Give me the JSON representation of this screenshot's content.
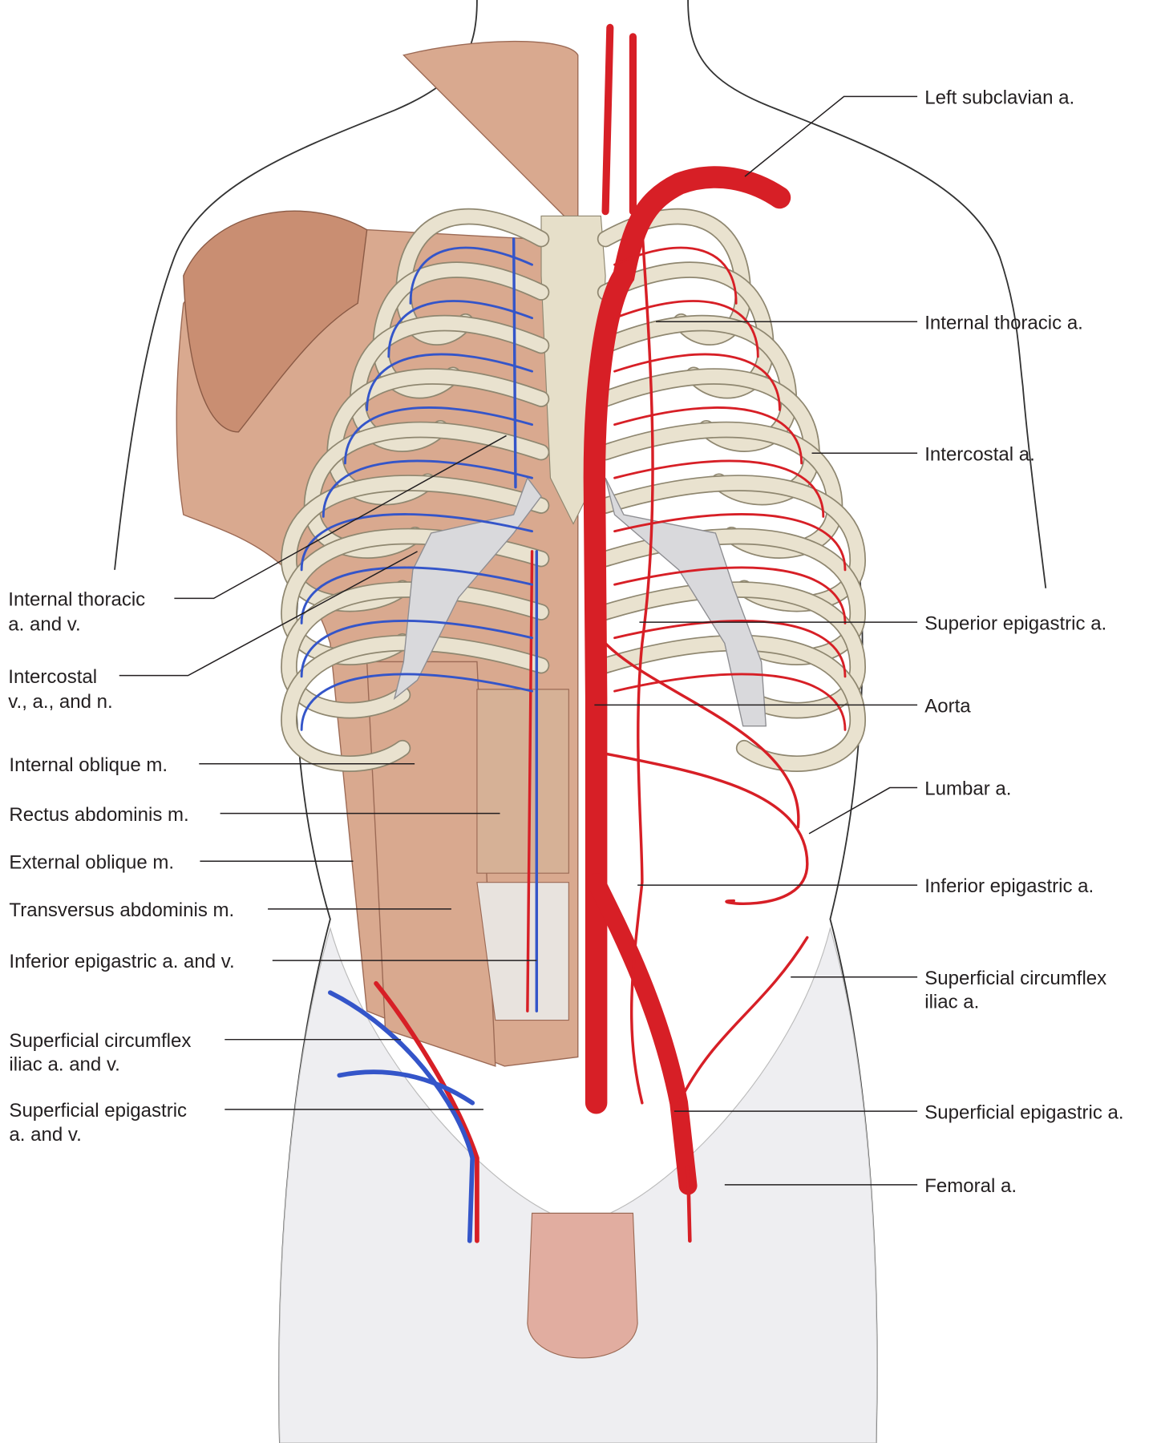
{
  "labels_right": {
    "left_subclavian": "Left subclavian a.",
    "internal_thoracic": "Internal thoracic a.",
    "intercostal": "Intercostal a.",
    "superior_epigastric": "Superior epigastric a.",
    "aorta": "Aorta",
    "lumbar": "Lumbar a.",
    "inferior_epigastric": "Inferior epigastric a.",
    "superficial_circumflex": [
      "Superficial circumflex",
      "iliac a."
    ],
    "superficial_epigastric": "Superficial epigastric a.",
    "femoral": "Femoral a."
  },
  "labels_left": {
    "internal_thoracic": [
      "Internal thoracic",
      "a. and v."
    ],
    "intercostal": [
      "Intercostal",
      "v., a., and n."
    ],
    "internal_oblique": "Internal oblique m.",
    "rectus_abdominis": "Rectus abdominis m.",
    "external_oblique": "External oblique m.",
    "transversus_abdominis": "Transversus abdominis m.",
    "inferior_epigastric": "Inferior epigastric a. and v.",
    "superficial_circumflex": [
      "Superficial circumflex",
      "iliac a. and v."
    ],
    "superficial_epigastric": [
      "Superficial epigastric",
      "a. and v."
    ]
  },
  "colors": {
    "artery": "#d71f26",
    "vein": "#3455c9",
    "muscle": "#d9a98f",
    "bone": "#e9e2cf"
  }
}
